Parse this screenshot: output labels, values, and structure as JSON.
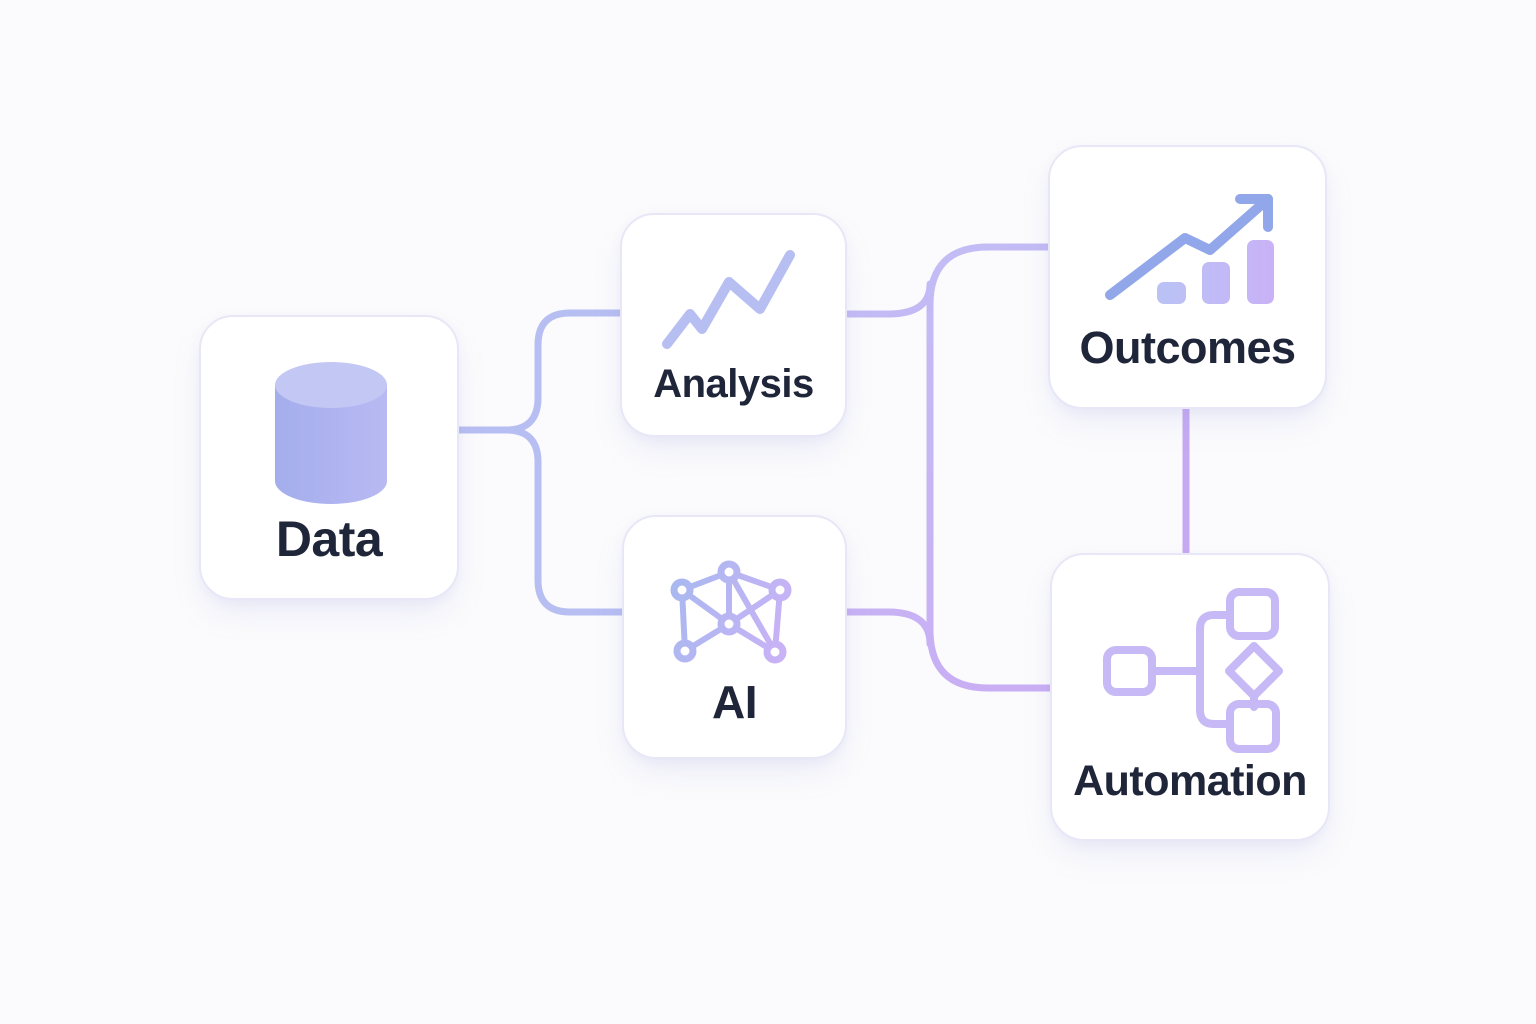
{
  "theme": {
    "background": "#fbfbfd",
    "card_bg": "#ffffff",
    "card_border": "#e7e7f7",
    "text": "#20263a",
    "connector_blue": "#b7bef2",
    "connector_purple_light": "#c2bdf5",
    "connector_purple": "#c9aef4",
    "connector_purple_deep": "#c6a9f3",
    "icon_blue": "#aab8f0",
    "icon_purple": "#c7b9f6",
    "icon_arrow_blue": "#92a7e9",
    "cylinder_body_left": "#a3aeec",
    "cylinder_body_right": "#b9b9f3",
    "cylinder_top": "#c2c7f4",
    "bar_blue": "#b9c3f5",
    "bar_purple": "#c9b2f6"
  },
  "diagram": {
    "nodes": [
      {
        "id": "data",
        "label": "Data",
        "icon": "database-cylinder-icon"
      },
      {
        "id": "analysis",
        "label": "Analysis",
        "icon": "line-chart-icon"
      },
      {
        "id": "ai",
        "label": "AI",
        "icon": "neural-network-icon"
      },
      {
        "id": "outcomes",
        "label": "Outcomes",
        "icon": "trending-up-bars-icon"
      },
      {
        "id": "automation",
        "label": "Automation",
        "icon": "flowchart-icon"
      }
    ],
    "edges": [
      {
        "from": "data",
        "to": "analysis"
      },
      {
        "from": "data",
        "to": "ai"
      },
      {
        "from": "analysis",
        "to": "outcomes"
      },
      {
        "from": "analysis",
        "to": "automation"
      },
      {
        "from": "ai",
        "to": "outcomes"
      },
      {
        "from": "ai",
        "to": "automation"
      },
      {
        "from": "outcomes",
        "to": "automation"
      }
    ]
  }
}
